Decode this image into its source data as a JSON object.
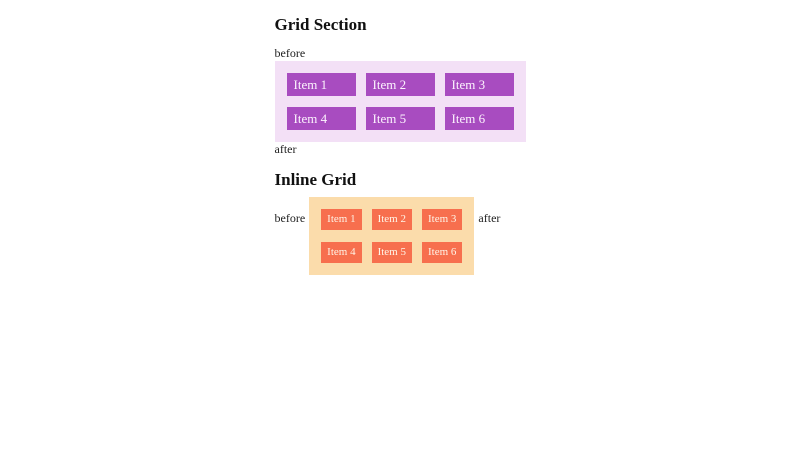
{
  "page": {
    "background_color": "#ffffff",
    "text_color": "#111111"
  },
  "grid_section": {
    "title": "Grid Section",
    "before_label": "before",
    "after_label": "after",
    "items": [
      "Item 1",
      "Item 2",
      "Item 3",
      "Item 4",
      "Item 5",
      "Item 6"
    ],
    "columns": 3,
    "rows": 2,
    "colors": {
      "container_bg": "#f3e0f6",
      "item_bg": "#a84cc0",
      "item_text": "#fdf4fe"
    }
  },
  "inline_section": {
    "title": "Inline Grid",
    "before_label": "before",
    "after_label": "after",
    "items": [
      "Item 1",
      "Item 2",
      "Item 3",
      "Item 4",
      "Item 5",
      "Item 6"
    ],
    "columns": 3,
    "rows": 2,
    "colors": {
      "container_bg": "#fbdcab",
      "item_bg": "#f76f4e",
      "item_text": "#fff5e8"
    }
  }
}
